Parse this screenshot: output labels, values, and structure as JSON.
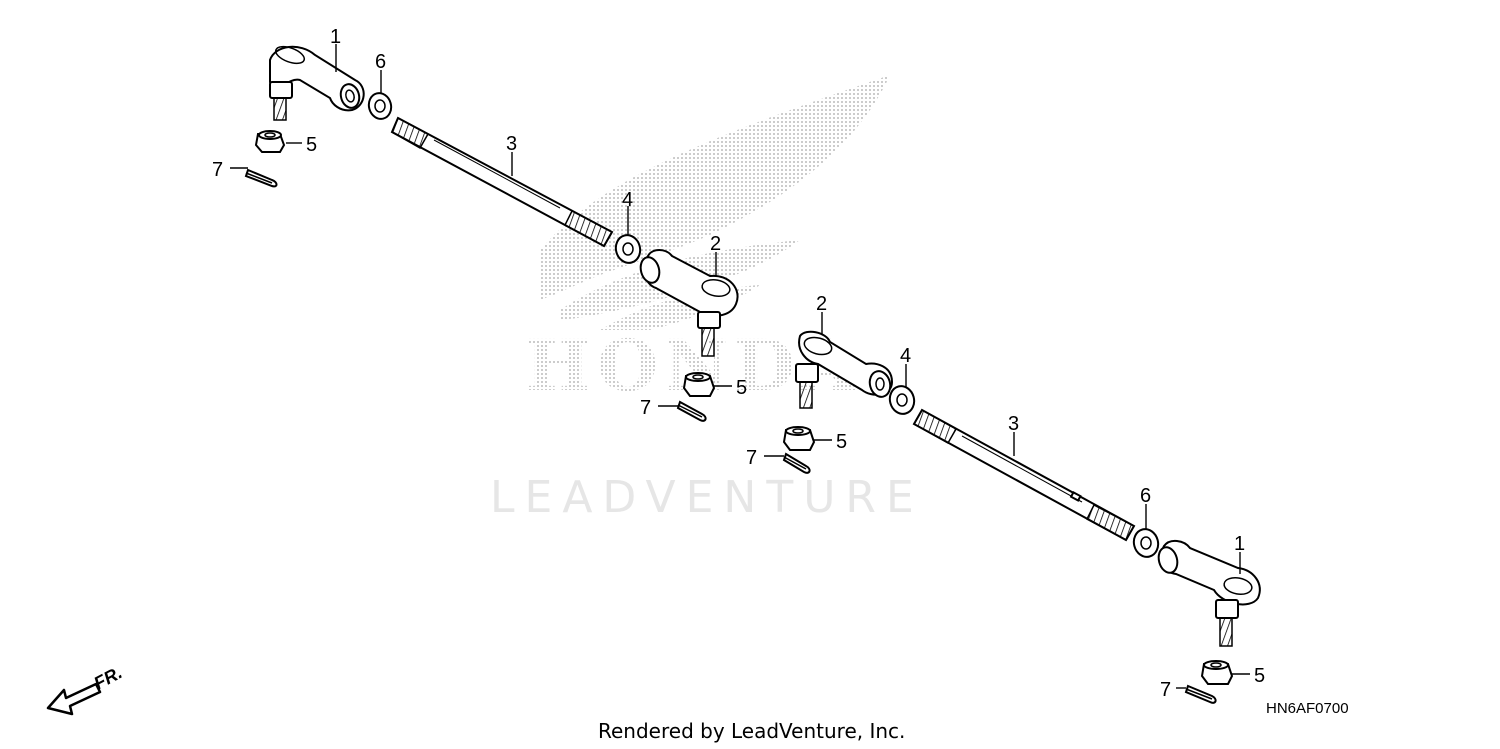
{
  "watermark": {
    "brand": "HONDA",
    "text": "LEADVENTURE"
  },
  "callouts": [
    {
      "id": "1",
      "part": "tie rod end (left, top)"
    },
    {
      "id": "6",
      "part": "lock nut"
    },
    {
      "id": "5",
      "part": "castle nut"
    },
    {
      "id": "7",
      "part": "cotter pin"
    },
    {
      "id": "3",
      "part": "tie rod"
    },
    {
      "id": "4",
      "part": "lock nut"
    },
    {
      "id": "2",
      "part": "tie rod end"
    }
  ],
  "labels": {
    "l1a": "1",
    "l6a": "6",
    "l5a": "5",
    "l7a": "7",
    "l3a": "3",
    "l4a": "4",
    "l2a": "2",
    "l5b": "5",
    "l7b": "7",
    "l2b": "2",
    "l4b": "4",
    "l5c": "5",
    "l7c": "7",
    "l3b": "3",
    "l6b": "6",
    "l1b": "1",
    "l5d": "5",
    "l7d": "7"
  },
  "direction_label": "FR.",
  "diagram_code": "HN6AF0700",
  "credit": "Rendered by LeadVenture, Inc."
}
